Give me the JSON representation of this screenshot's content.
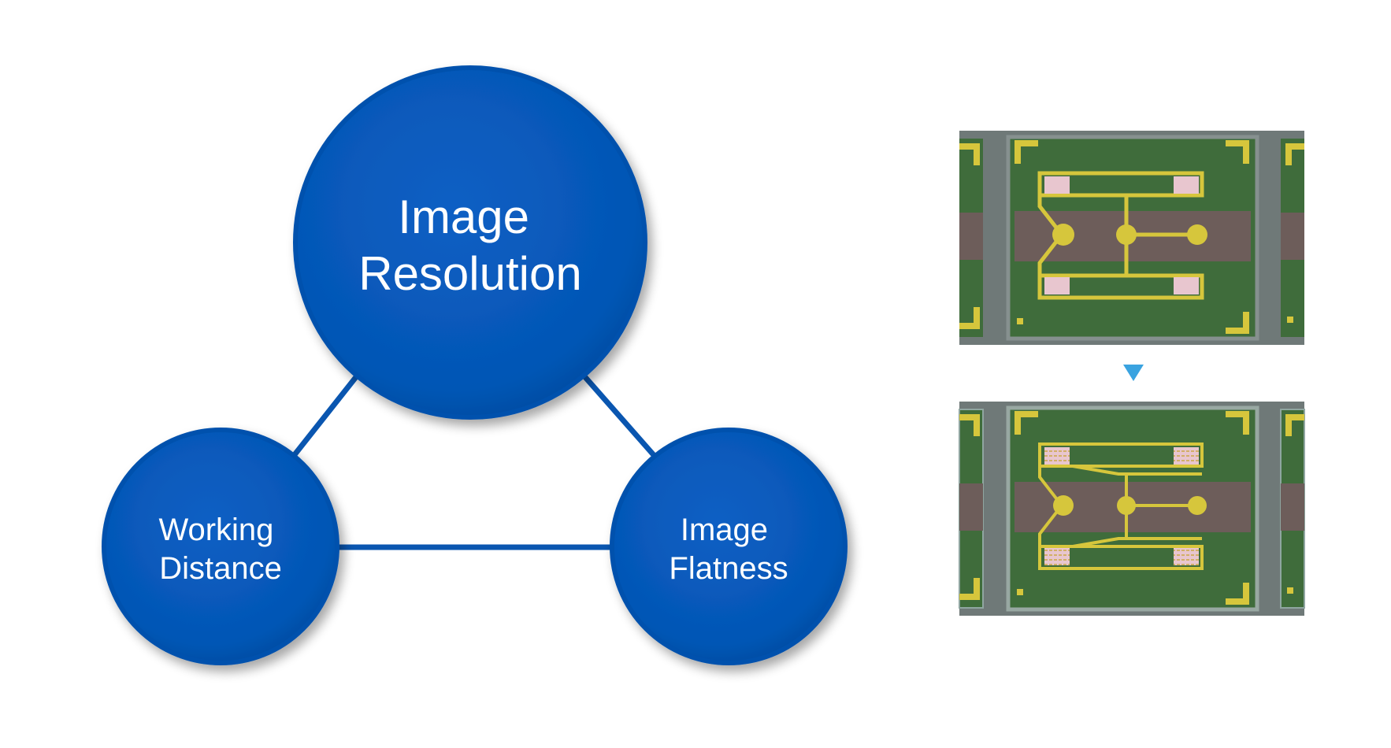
{
  "diagram": {
    "nodes": {
      "resolution": {
        "lines": [
          "Image",
          "Resolution"
        ]
      },
      "working_distance": {
        "lines": [
          "Working",
          "Distance"
        ]
      },
      "flatness": {
        "lines": [
          "Image",
          "Flatness"
        ]
      }
    },
    "arrow_direction": "down",
    "comparison_panels": {
      "top": {
        "name": "chip-image-before"
      },
      "bottom": {
        "name": "chip-image-after"
      }
    }
  },
  "colors": {
    "node_fill": "#0556b5",
    "node_edge": "#02408f",
    "connector": "#0a56b0",
    "arrow": "#3aa3e0",
    "chip_green": "#3f6c3b",
    "chip_stripe": "#6d5d5a",
    "chip_frame": "#7b8584",
    "chip_trace": "#d6c63c",
    "chip_pad": "#e8c6cf"
  }
}
